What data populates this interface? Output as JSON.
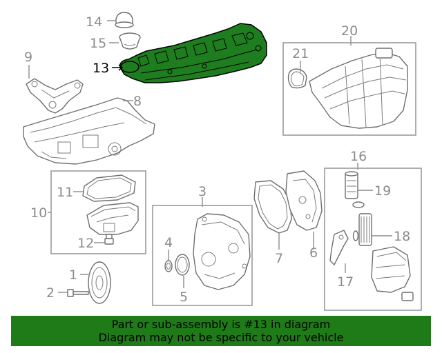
{
  "callouts": {
    "c1": "1",
    "c2": "2",
    "c3": "3",
    "c4": "4",
    "c5": "5",
    "c6": "6",
    "c7": "7",
    "c8": "8",
    "c9": "9",
    "c10": "10",
    "c11": "11",
    "c12": "12",
    "c13": "13",
    "c14": "14",
    "c15": "15",
    "c16": "16",
    "c17": "17",
    "c18": "18",
    "c19": "19",
    "c20": "20",
    "c21": "21"
  },
  "highlight": {
    "part_number": "13",
    "color": "#1e7d1e"
  },
  "banner": {
    "line1": "Part or sub-assembly is #13 in diagram",
    "line2": "Diagram may not be specific to your vehicle",
    "color": "#1e7b18"
  }
}
